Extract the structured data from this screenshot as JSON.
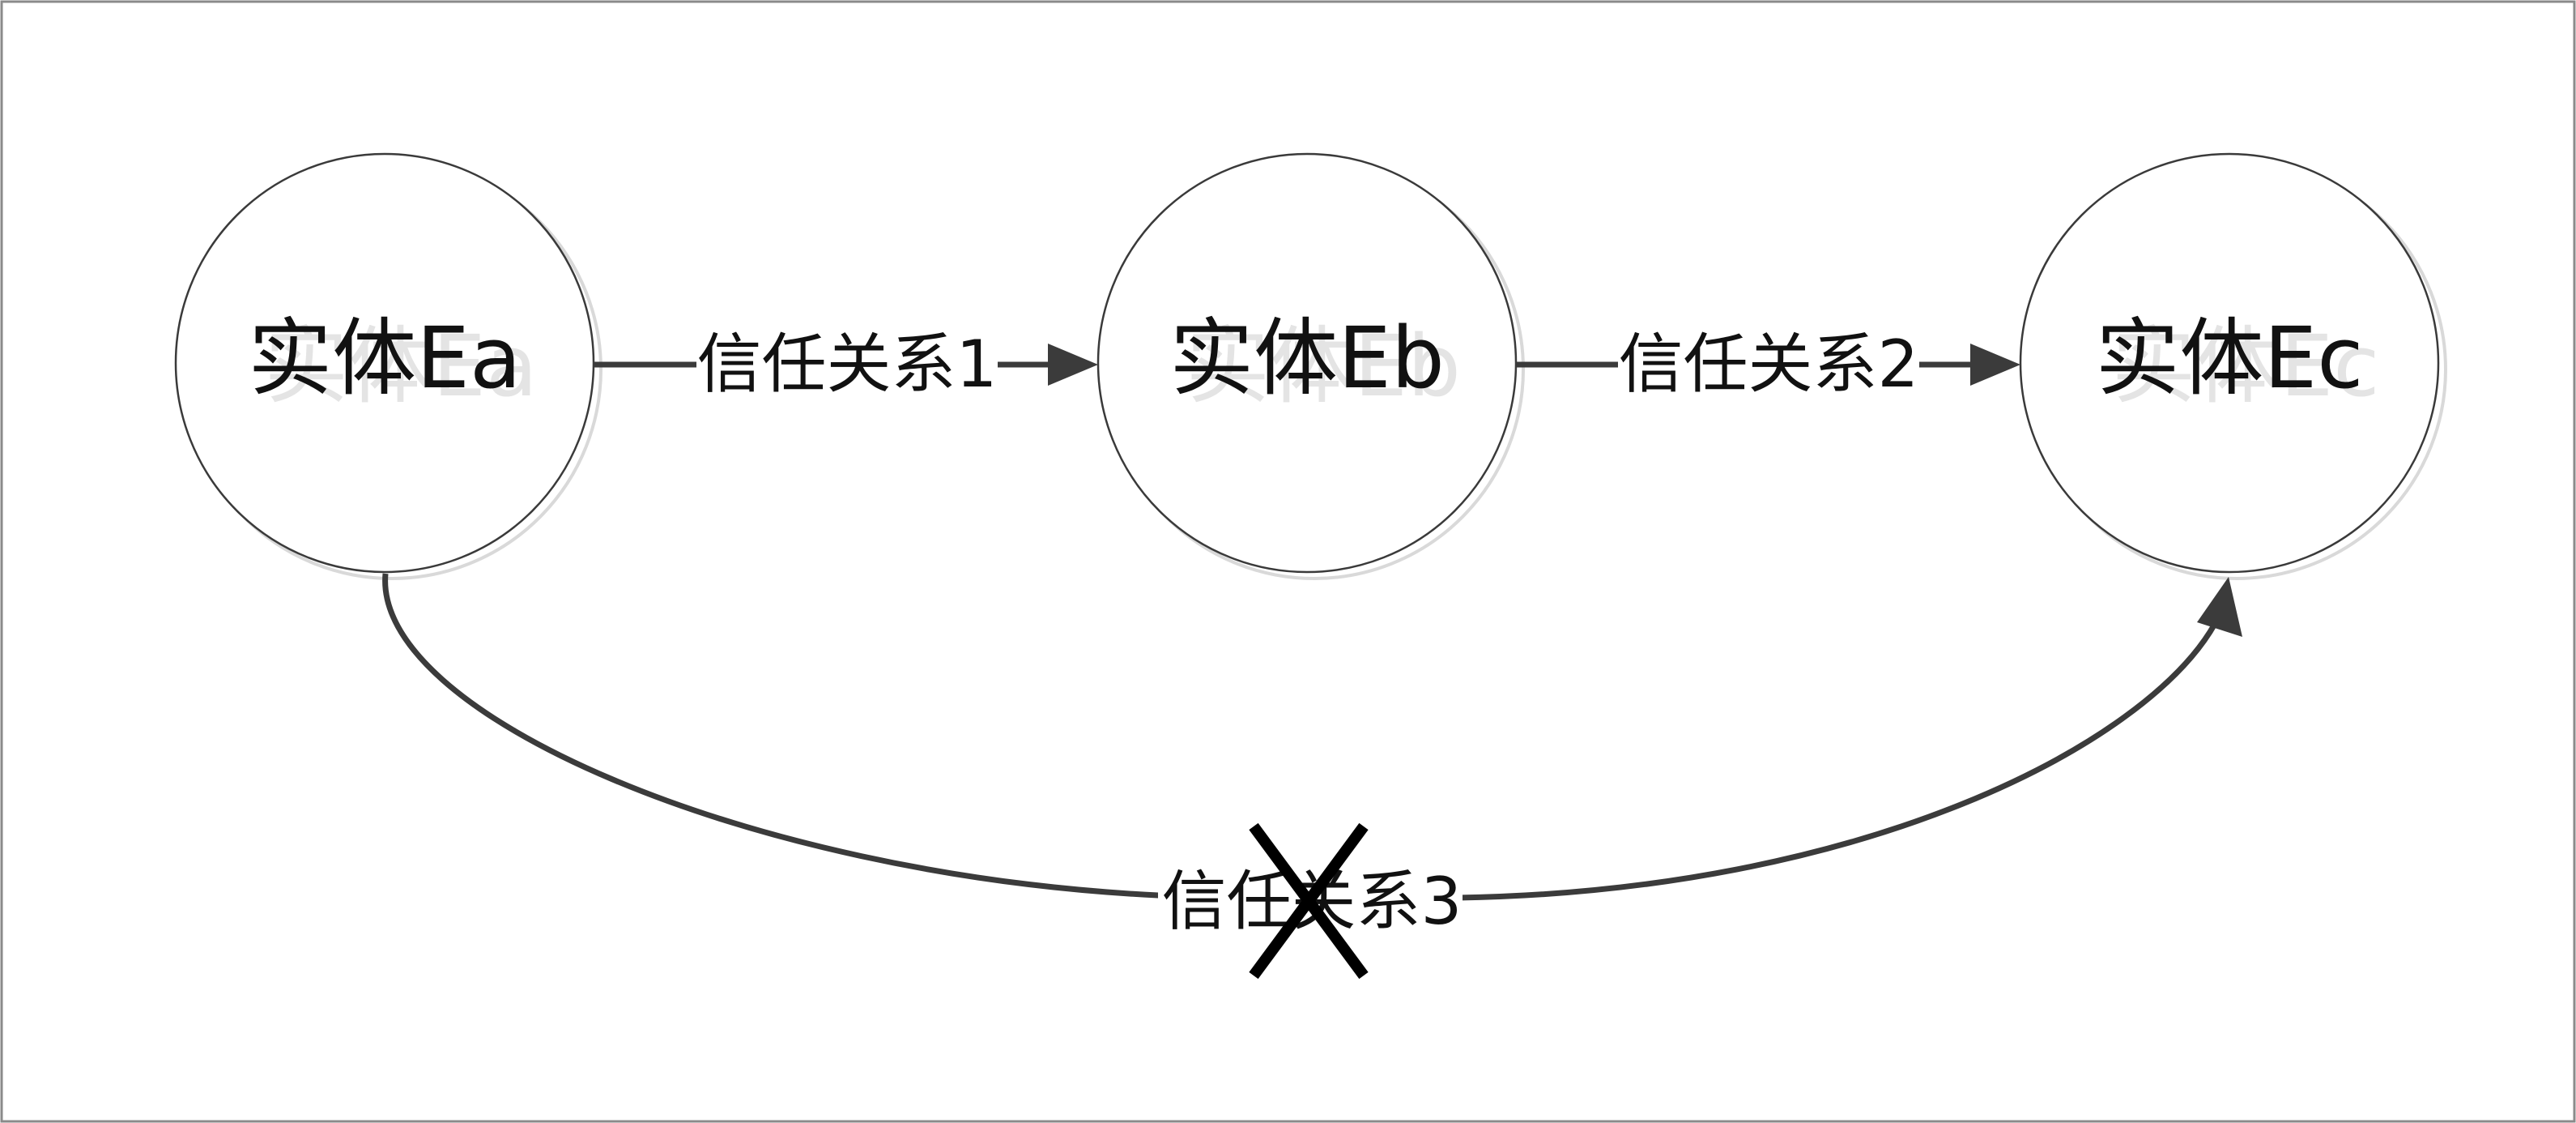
{
  "nodes": [
    {
      "id": "Ea",
      "label": "实体Ea"
    },
    {
      "id": "Eb",
      "label": "实体Eb"
    },
    {
      "id": "Ec",
      "label": "实体Ec"
    }
  ],
  "edges": [
    {
      "from": "Ea",
      "to": "Eb",
      "label": "信任关系1",
      "blocked": false
    },
    {
      "from": "Eb",
      "to": "Ec",
      "label": "信任关系2",
      "blocked": false
    },
    {
      "from": "Ea",
      "to": "Ec",
      "label": "信任关系3",
      "blocked": true,
      "blocked_mark": "X"
    }
  ],
  "colors": {
    "edge": "#3b3b3b",
    "node_outline": "#3a3a3a",
    "cross": "#000000"
  }
}
